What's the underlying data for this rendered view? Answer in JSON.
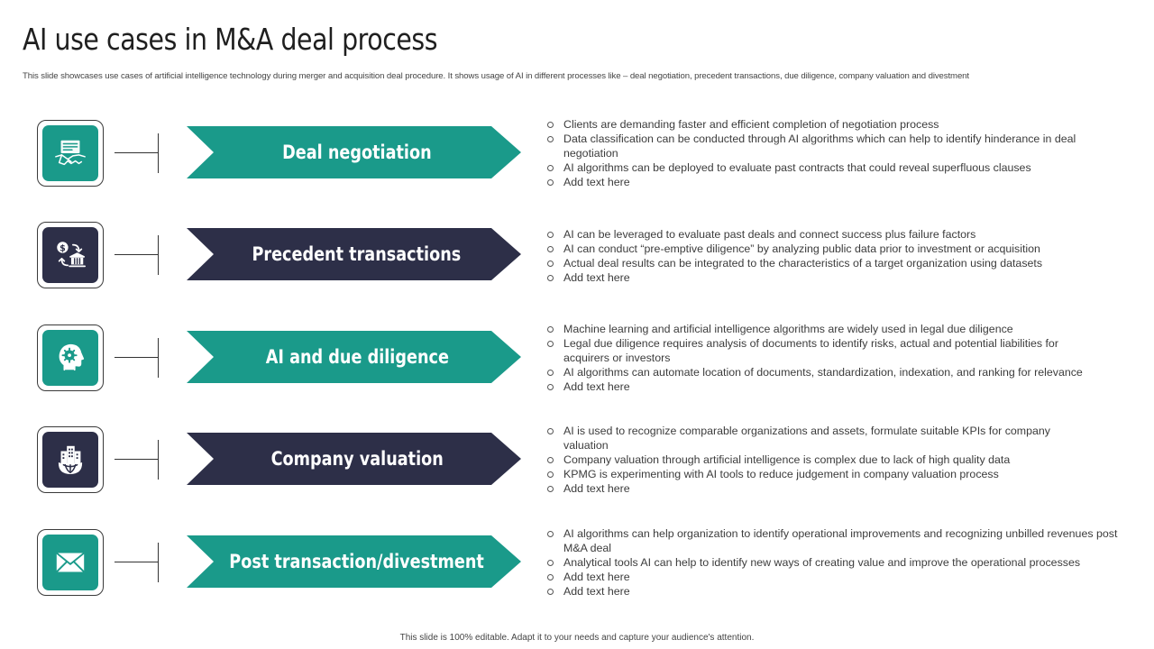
{
  "title": "AI use cases in M&A deal process",
  "subtitle": "This slide showcases use cases of artificial intelligence technology during merger and acquisition deal procedure. It shows usage of AI in different processes like – deal negotiation, precedent transactions, due diligence, company valuation and divestment",
  "colors": {
    "teal": "#1a9a8a",
    "navy": "#2d2f48"
  },
  "rows": [
    {
      "label": "Deal negotiation",
      "icon": "handshake-contract-icon",
      "bullets": [
        "Clients are demanding faster and efficient completion of negotiation process",
        "Data classification can be conducted through AI algorithms which can help to identify hinderance in deal negotiation",
        "AI algorithms can be deployed to evaluate  past contracts that could reveal  superfluous clauses",
        "Add text here"
      ]
    },
    {
      "label": "Precedent transactions",
      "icon": "money-bank-transfer-icon",
      "bullets": [
        "AI can be leveraged  to evaluate  past deals and connect success plus failure factors",
        "AI can conduct “pre-emptive  diligence” by analyzing public data prior to investment or acquisition",
        "Actual deal results can be integrated to the characteristics of a target organization using datasets",
        "Add text here"
      ]
    },
    {
      "label": "AI and due diligence",
      "icon": "ai-head-gear-icon",
      "bullets": [
        "Machine learning and artificial intelligence algorithms are widely used in legal due diligence",
        "Legal due diligence requires analysis of documents to identify risks, actual and potential liabilities for acquirers or investors",
        "AI algorithms can automate location of documents, standardization, indexation, and ranking for relevance",
        "Add text here"
      ]
    },
    {
      "label": "Company valuation",
      "icon": "company-building-globe-icon",
      "bullets": [
        "AI is used to recognize  comparable organizations and assets, formulate suitable KPIs for company valuation",
        "Company valuation  through  artificial intelligence is complex due to lack of high quality data",
        "KPMG is experimenting  with AI tools to reduce judgement  in company valuation  process",
        "Add text here"
      ]
    },
    {
      "label": "Post transaction/divestment",
      "icon": "envelope-icon",
      "bullets": [
        "AI algorithms can help organization to identify operational improvements  and recognizing unbilled revenues post M&A deal",
        "Analytical tools AI can help to identify new ways of creating value  and improve  the operational processes",
        "Add text here",
        "Add text here"
      ]
    }
  ],
  "footer": "This slide is 100% editable.  Adapt it to your needs and capture your audience's attention."
}
